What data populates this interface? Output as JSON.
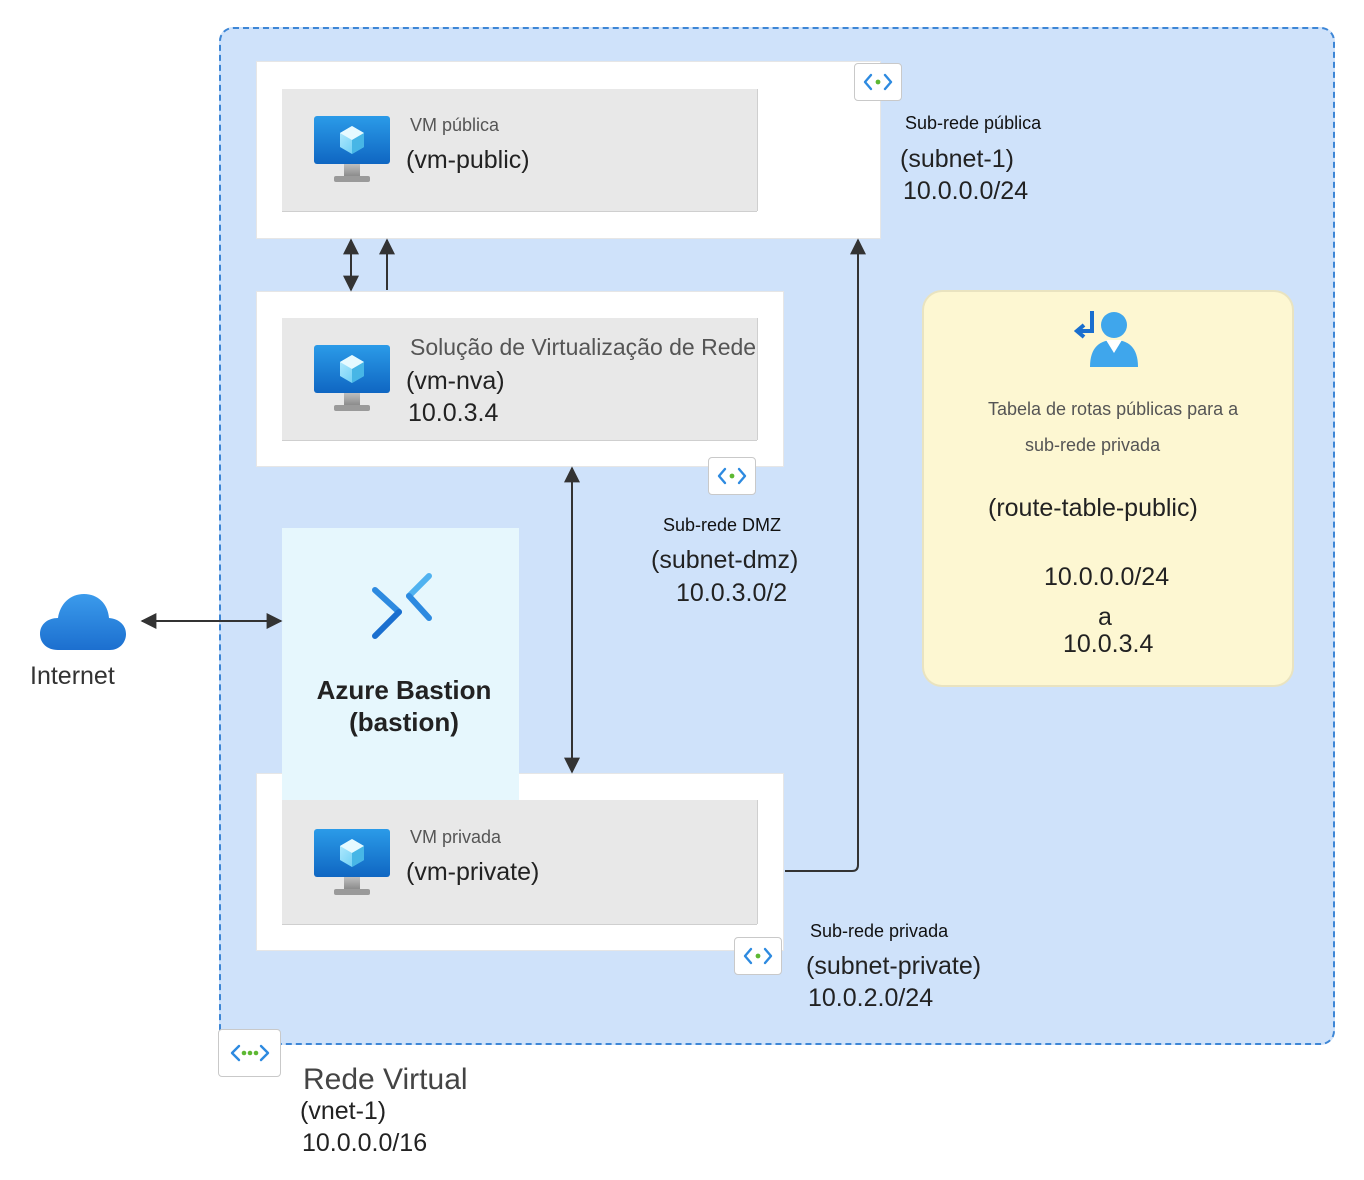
{
  "internet": {
    "label": "Internet"
  },
  "vnet": {
    "title": "Rede Virtual",
    "name": "(vnet-1)",
    "cidr": "10.0.0.0/16"
  },
  "public_subnet": {
    "title": "Sub-rede pública",
    "name": "(subnet-1)",
    "cidr": "10.0.0.0/24",
    "vm": {
      "title": "VM pública",
      "name": "(vm-public)"
    }
  },
  "dmz_subnet": {
    "title": "Sub-rede DMZ",
    "name": "(subnet-dmz)",
    "cidr": "10.0.3.0/2",
    "vm": {
      "title": "Solução de Virtualização de Rede",
      "name": "(vm-nva)",
      "ip": "10.0.3.4"
    }
  },
  "bastion": {
    "title": "Azure Bastion",
    "name": "(bastion)"
  },
  "private_subnet": {
    "title": "Sub-rede privada",
    "name": "(subnet-private)",
    "cidr": "10.0.2.0/24",
    "vm": {
      "title": "VM privada",
      "name": "(vm-private)"
    }
  },
  "route_table": {
    "line1": "Tabela de rotas públicas para a",
    "line2": "sub-rede privada",
    "name": "(route-table-public)",
    "route_prefix": "10.0.0.0/24",
    "route_to": "a",
    "route_next_hop": "10.0.3.4"
  },
  "colors": {
    "vnet_fill": "#cfe2fa",
    "vnet_border": "#3d86d6",
    "bastion_fill": "#e6f7fd",
    "route_fill": "#fdf7d2",
    "vm_blue": "#1a7fd8",
    "cloud_blue": "#2a8ae0"
  }
}
